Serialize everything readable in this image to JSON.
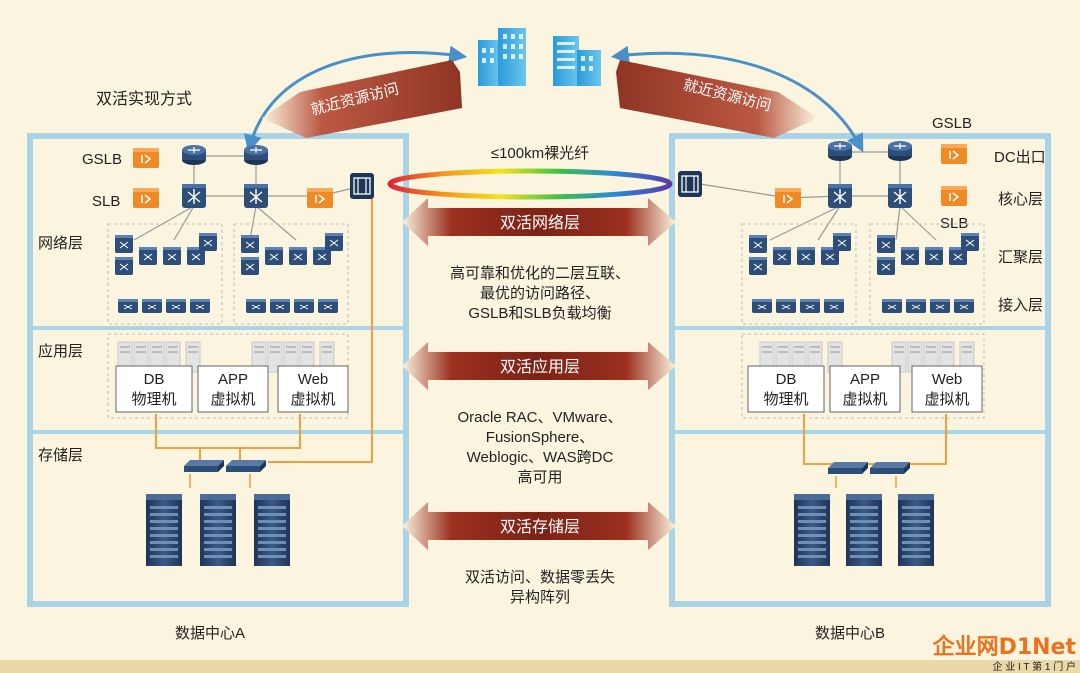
{
  "title": "双活实现方式",
  "fiber_label": "≤100km裸光纤",
  "near_access": {
    "left": "就近资源访问",
    "right": "就近资源访问"
  },
  "dc_a": {
    "name": "数据中心A",
    "layer_labels": {
      "gslb": "GSLB",
      "slb": "SLB",
      "network": "网络层",
      "app": "应用层",
      "storage": "存储层"
    },
    "server_boxes": [
      {
        "line1": "DB",
        "line2": "物理机"
      },
      {
        "line1": "APP",
        "line2": "虚拟机"
      },
      {
        "line1": "Web",
        "line2": "虚拟机"
      }
    ]
  },
  "dc_b": {
    "name": "数据中心B",
    "layer_labels": {
      "gslb": "GSLB",
      "dc_exit": "DC出口",
      "core": "核心层",
      "slb": "SLB",
      "aggregation": "汇聚层",
      "access": "接入层"
    },
    "server_boxes": [
      {
        "line1": "DB",
        "line2": "物理机"
      },
      {
        "line1": "APP",
        "line2": "虚拟机"
      },
      {
        "line1": "Web",
        "line2": "虚拟机"
      }
    ]
  },
  "active_layers": {
    "network": {
      "label": "双活网络层",
      "desc": [
        "高可靠和优化的二层互联、",
        "最优的访问路径、",
        "GSLB和SLB负载均衡"
      ]
    },
    "application": {
      "label": "双活应用层",
      "desc": [
        "Oracle RAC、VMware、",
        "FusionSphere、",
        "Weblogic、WAS跨DC",
        "高可用"
      ]
    },
    "storage": {
      "label": "双活存储层",
      "desc": [
        "双活访问、数据零丢失",
        "异构阵列"
      ]
    }
  },
  "watermark": {
    "logo": "企业网D1Net",
    "sub": "企 业 I T 第 1 门 户"
  },
  "colors": {
    "panel_border": "#a9d3e6",
    "device_blue": "#2d4e78",
    "lb_orange": "#f08a24",
    "arrow_red": "#8b2a1c",
    "link_blue": "#4a90c8",
    "cable_orange": "#f0a040"
  }
}
